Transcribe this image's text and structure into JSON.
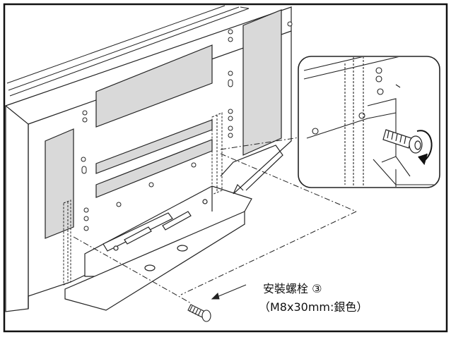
{
  "callout": {
    "part_name": "安裝螺栓",
    "part_number": "③",
    "spec": "（M8x30mm:銀色）"
  },
  "colors": {
    "line": "#1a1a1a",
    "panel_gray": "#d9d9d9",
    "background": "#ffffff"
  },
  "icons": [
    "bolt-icon",
    "rotation-arrow-icon"
  ]
}
